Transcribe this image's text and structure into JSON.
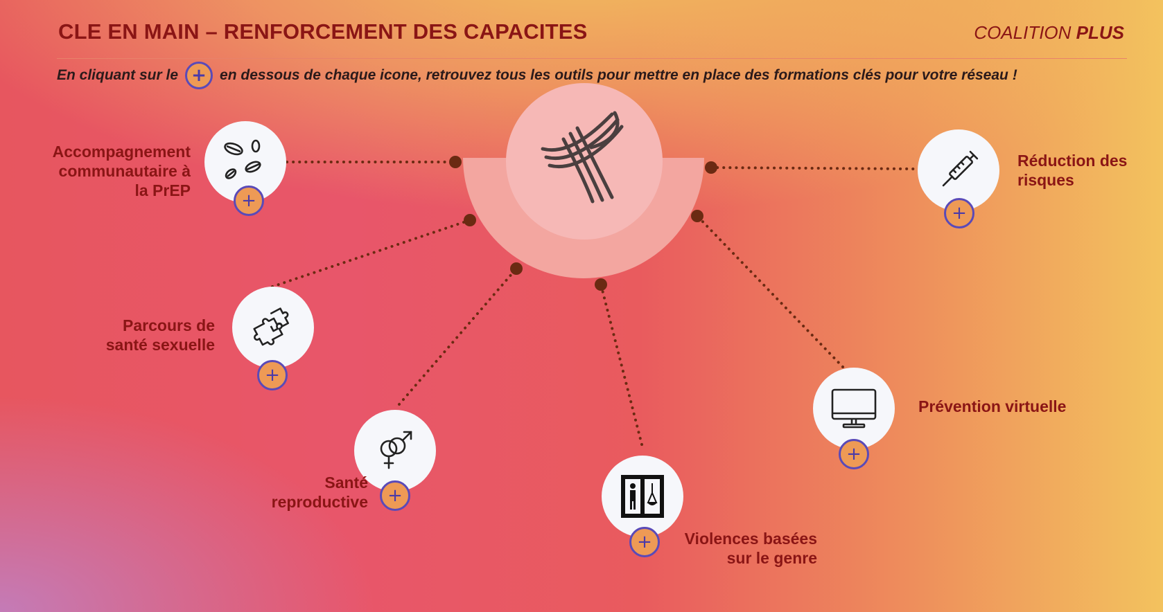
{
  "header": {
    "title": "CLE EN MAIN – RENFORCEMENT DES CAPACITES",
    "brand_light": "COALITION ",
    "brand_bold": "PLUS"
  },
  "intro": {
    "before": "En cliquant sur le",
    "after": "en dessous de chaque icone, retrouvez tous les outils pour mettre en place des formations clés pour votre réseau !"
  },
  "plus_symbol": "+",
  "colors": {
    "title": "#8a1515",
    "connector": "#6b2a12",
    "plus_fill": "#ee9a55",
    "plus_ring": "#5a4ab8",
    "hub": "#f5b3b0"
  },
  "hub": {
    "icon": "ribbon-icon"
  },
  "nodes": [
    {
      "id": "prep",
      "icon": "pills-icon",
      "label_lines": [
        "Accompagnement",
        "communautaire à",
        "la PrEP"
      ]
    },
    {
      "id": "sexual-health",
      "icon": "puzzle-icon",
      "label_lines": [
        "Parcours de",
        "santé sexuelle"
      ]
    },
    {
      "id": "reproductive",
      "icon": "gender-symbols-icon",
      "label_lines": [
        "Santé",
        "reproductive"
      ]
    },
    {
      "id": "gbv",
      "icon": "justice-icon",
      "label_lines": [
        "Violences basées",
        "sur le genre"
      ]
    },
    {
      "id": "virtual",
      "icon": "monitor-icon",
      "label_lines": [
        "Prévention virtuelle"
      ]
    },
    {
      "id": "harm-reduction",
      "icon": "syringe-icon",
      "label_lines": [
        "Réduction des",
        "risques"
      ]
    }
  ]
}
